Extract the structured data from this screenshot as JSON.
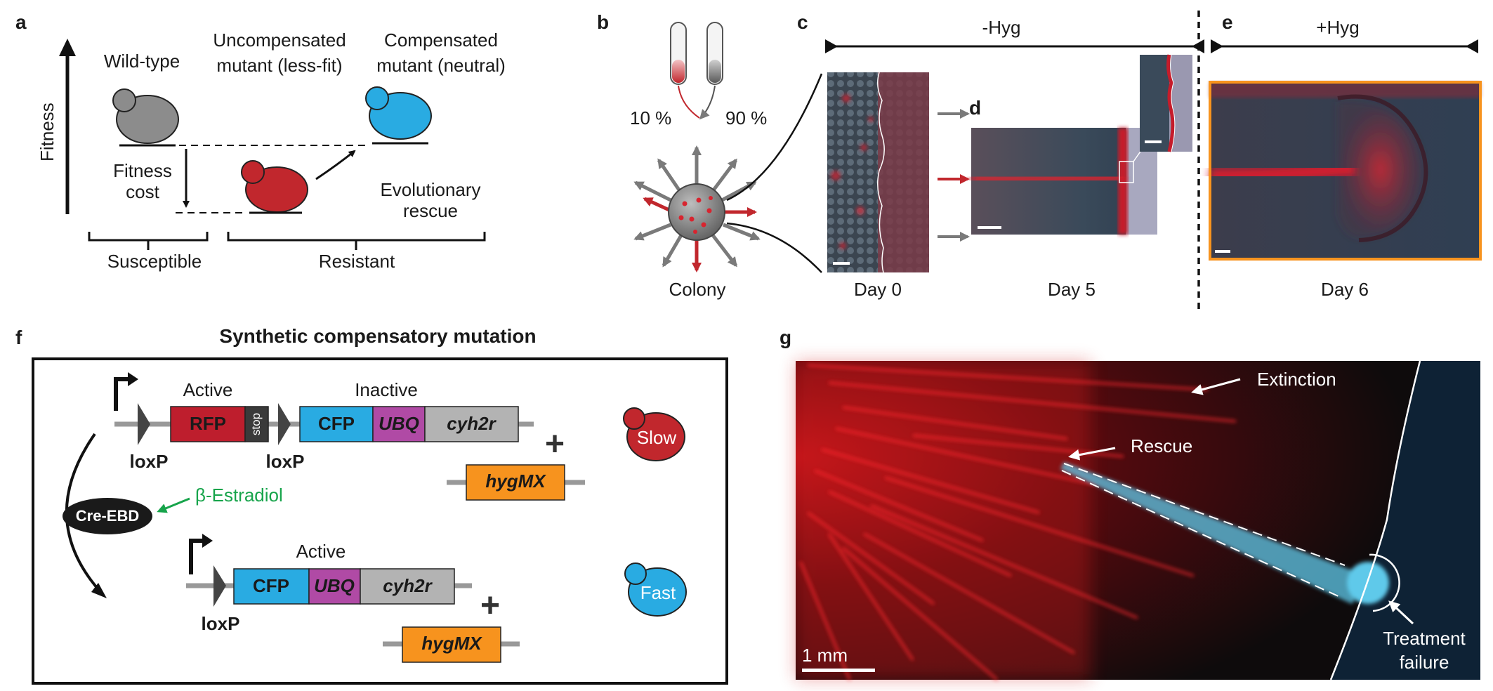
{
  "panels": {
    "a": {
      "label": "a",
      "y_axis": "Fitness",
      "wild_type": "Wild-type",
      "uncompensated_line1": "Uncompensated",
      "uncompensated_line2": "mutant (less-fit)",
      "compensated_line1": "Compensated",
      "compensated_line2": "mutant (neutral)",
      "fitness_cost_line1": "Fitness",
      "fitness_cost_line2": "cost",
      "rescue_line1": "Evolutionary",
      "rescue_line2": "rescue",
      "susceptible": "Susceptible",
      "resistant": "Resistant",
      "colors": {
        "wild_type": "#8c8c8c",
        "mutant": "#c1272d",
        "compensated": "#29abe2"
      }
    },
    "b": {
      "label": "b",
      "pct_left": "10 %",
      "pct_right": "90 %",
      "colony": "Colony"
    },
    "c": {
      "label": "c",
      "treatment": "-Hyg",
      "day": "Day 0"
    },
    "d": {
      "label": "d",
      "day": "Day 5"
    },
    "e": {
      "label": "e",
      "treatment": "+Hyg",
      "day": "Day 6",
      "frame_color": "#f7931e"
    },
    "f": {
      "label": "f",
      "title": "Synthetic compensatory mutation",
      "top_construct": {
        "active": "Active",
        "inactive": "Inactive",
        "rfp": "RFP",
        "stop": "stop",
        "cfp": "CFP",
        "ubq": "UBQ",
        "cyh2r": "cyh2r",
        "loxp_left": "loxP",
        "loxp_right": "loxP",
        "hygmx": "hygMX",
        "plus": "+"
      },
      "bottom_construct": {
        "active": "Active",
        "cfp": "CFP",
        "ubq": "UBQ",
        "cyh2r": "cyh2r",
        "loxp": "loxP",
        "hygmx": "hygMX",
        "plus": "+"
      },
      "cre": "Cre-EBD",
      "estradiol": "β-Estradiol",
      "slow": "Slow",
      "fast": "Fast",
      "colors": {
        "rfp": "#be1e2d",
        "cfp": "#29abe2",
        "ubq": "#b04aa5",
        "cyh2r": "#b3b3b3",
        "hygmx": "#f7931e",
        "stop": "#3a3a3a"
      }
    },
    "g": {
      "label": "g",
      "extinction": "Extinction",
      "rescue": "Rescue",
      "failure_line1": "Treatment",
      "failure_line2": "failure",
      "scale": "1 mm"
    }
  }
}
